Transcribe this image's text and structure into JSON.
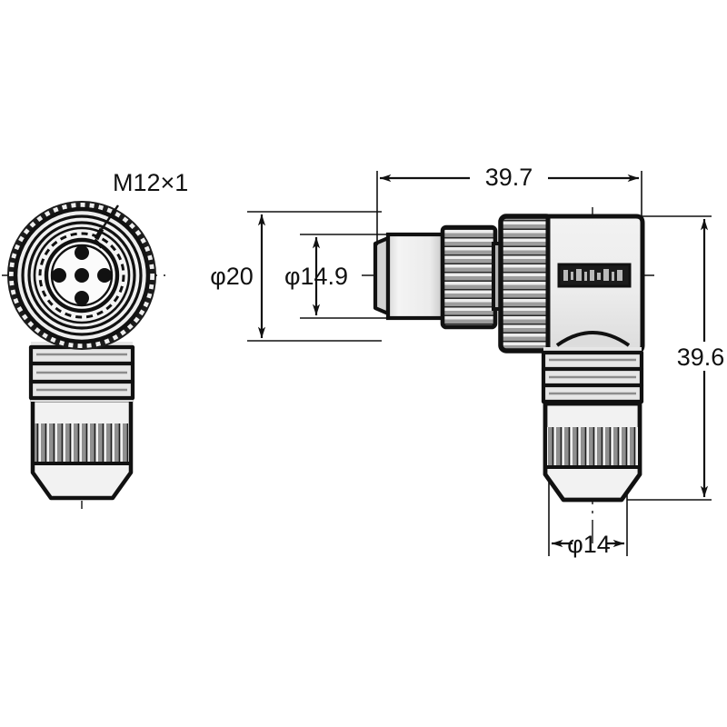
{
  "drawing": {
    "type": "engineering-dimension-drawing",
    "subject": "M12 right-angle field-wireable connector",
    "background_color": "#ffffff",
    "line_color": "#111111",
    "fill_light": "#f0f0f0",
    "fill_mid": "#c8c8c8",
    "fill_dark": "#3c3c3c"
  },
  "annotations": {
    "thread_note": "M12×1"
  },
  "dimensions": {
    "diameter_outer": "φ20",
    "diameter_thread": "φ14.9",
    "length_horizontal": "39.7",
    "length_vertical": "39.6",
    "diameter_cable_nut": "φ14"
  },
  "views": {
    "front": {
      "name": "front-view",
      "label": "front view of connector face",
      "pin_count": 5
    },
    "side": {
      "name": "side-view",
      "label": "right angle side view"
    }
  },
  "label_plate": {
    "text": ""
  }
}
